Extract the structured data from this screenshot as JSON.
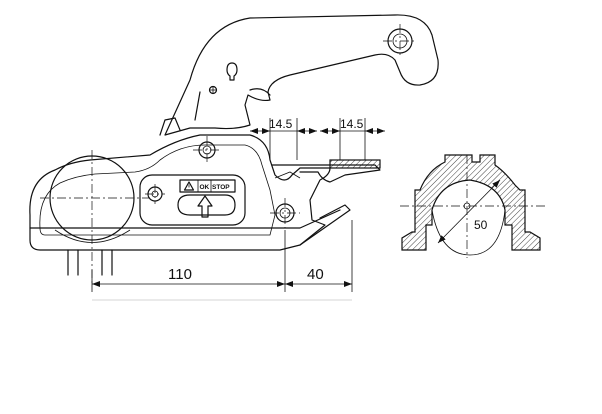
{
  "dimensions": {
    "top_left": "14.5",
    "top_right": "14.5",
    "bottom_long": "110",
    "bottom_short": "40",
    "diameter": "50"
  },
  "label_panel": {
    "ok": "OK",
    "stop": "STOP"
  },
  "icons": {
    "warning": "warning-triangle-icon",
    "arrow": "up-arrow-icon"
  }
}
